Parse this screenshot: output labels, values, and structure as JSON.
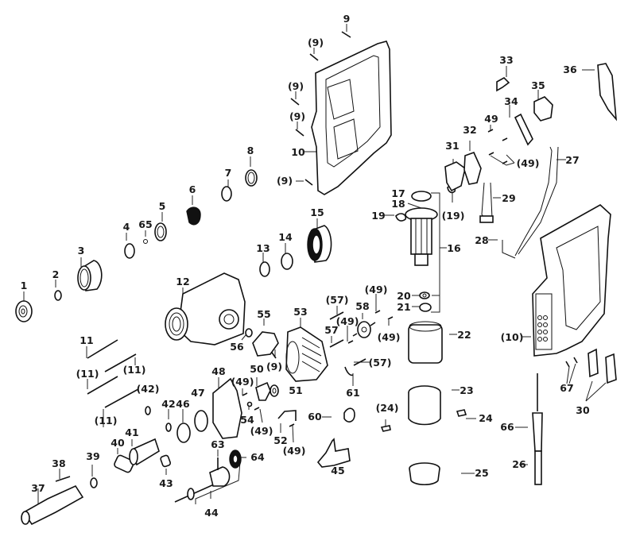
{
  "diagram": {
    "type": "exploded-parts-diagram",
    "subject": "rotary hammer drill",
    "ink_color": "#111111",
    "background": "#ffffff",
    "labels": [
      {
        "id": "l1",
        "text": "1"
      },
      {
        "id": "l2",
        "text": "2"
      },
      {
        "id": "l3",
        "text": "3"
      },
      {
        "id": "l4",
        "text": "4"
      },
      {
        "id": "l65",
        "text": "65"
      },
      {
        "id": "l5",
        "text": "5"
      },
      {
        "id": "l6",
        "text": "6"
      },
      {
        "id": "l7",
        "text": "7"
      },
      {
        "id": "l8",
        "text": "8"
      },
      {
        "id": "l9a",
        "text": "9"
      },
      {
        "id": "l9b",
        "text": "(9)"
      },
      {
        "id": "l9c",
        "text": "(9)"
      },
      {
        "id": "l9d",
        "text": "(9)"
      },
      {
        "id": "l9e",
        "text": "(9)"
      },
      {
        "id": "l10a",
        "text": "10"
      },
      {
        "id": "l13",
        "text": "13"
      },
      {
        "id": "l14",
        "text": "14"
      },
      {
        "id": "l15",
        "text": "15"
      },
      {
        "id": "l12",
        "text": "12"
      },
      {
        "id": "l55",
        "text": "55"
      },
      {
        "id": "l56",
        "text": "56"
      },
      {
        "id": "l9f",
        "text": "(9)"
      },
      {
        "id": "l53",
        "text": "53"
      },
      {
        "id": "l57a",
        "text": "(57)"
      },
      {
        "id": "l57b",
        "text": "57"
      },
      {
        "id": "l57c",
        "text": "(57)"
      },
      {
        "id": "l49a",
        "text": "(49)"
      },
      {
        "id": "l58",
        "text": "58"
      },
      {
        "id": "l49b",
        "text": "(49)"
      },
      {
        "id": "l49c",
        "text": "(49)"
      },
      {
        "id": "l11a",
        "text": "11"
      },
      {
        "id": "l11b",
        "text": "(11)"
      },
      {
        "id": "l11c",
        "text": "(11)"
      },
      {
        "id": "l11d",
        "text": "(11)"
      },
      {
        "id": "l42a",
        "text": "(42)"
      },
      {
        "id": "l42b",
        "text": "42"
      },
      {
        "id": "l46",
        "text": "46"
      },
      {
        "id": "l47",
        "text": "47"
      },
      {
        "id": "l48",
        "text": "48"
      },
      {
        "id": "l49d",
        "text": "(49)"
      },
      {
        "id": "l50",
        "text": "50"
      },
      {
        "id": "l51",
        "text": "51"
      },
      {
        "id": "l54",
        "text": "54"
      },
      {
        "id": "l49e",
        "text": "(49)"
      },
      {
        "id": "l52",
        "text": "52"
      },
      {
        "id": "l49f",
        "text": "(49)"
      },
      {
        "id": "l61",
        "text": "61"
      },
      {
        "id": "l60",
        "text": "60"
      },
      {
        "id": "l45",
        "text": "45"
      },
      {
        "id": "l40",
        "text": "40"
      },
      {
        "id": "l41",
        "text": "41"
      },
      {
        "id": "l43",
        "text": "43"
      },
      {
        "id": "l39",
        "text": "39"
      },
      {
        "id": "l38",
        "text": "38"
      },
      {
        "id": "l37",
        "text": "37"
      },
      {
        "id": "l63",
        "text": "63"
      },
      {
        "id": "l64",
        "text": "64"
      },
      {
        "id": "l44",
        "text": "44"
      },
      {
        "id": "l17",
        "text": "17"
      },
      {
        "id": "l18",
        "text": "18"
      },
      {
        "id": "l19a",
        "text": "19"
      },
      {
        "id": "l19b",
        "text": "(19)"
      },
      {
        "id": "l16",
        "text": "16"
      },
      {
        "id": "l20",
        "text": "20"
      },
      {
        "id": "l21",
        "text": "21"
      },
      {
        "id": "l22",
        "text": "22"
      },
      {
        "id": "l23",
        "text": "23"
      },
      {
        "id": "l24a",
        "text": "(24)"
      },
      {
        "id": "l24b",
        "text": "24"
      },
      {
        "id": "l25",
        "text": "25"
      },
      {
        "id": "l31",
        "text": "31"
      },
      {
        "id": "l32",
        "text": "32"
      },
      {
        "id": "l33",
        "text": "33"
      },
      {
        "id": "l34",
        "text": "34"
      },
      {
        "id": "l35",
        "text": "35"
      },
      {
        "id": "l36",
        "text": "36"
      },
      {
        "id": "l49g",
        "text": "49"
      },
      {
        "id": "l49h",
        "text": "(49)"
      },
      {
        "id": "l27",
        "text": "27"
      },
      {
        "id": "l29",
        "text": "29"
      },
      {
        "id": "l28",
        "text": "28"
      },
      {
        "id": "l10b",
        "text": "(10)"
      },
      {
        "id": "l67",
        "text": "67"
      },
      {
        "id": "l30",
        "text": "30"
      },
      {
        "id": "l66",
        "text": "66"
      },
      {
        "id": "l26",
        "text": "26"
      }
    ]
  }
}
